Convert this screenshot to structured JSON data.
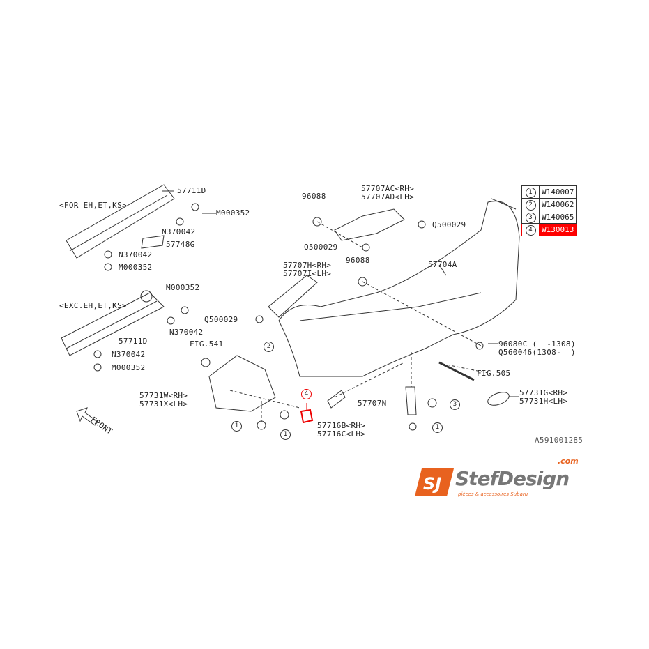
{
  "labels": {
    "for_variant": "<FOR EH,ET,KS>",
    "exc_variant": "<EXC.EH,ET,KS>",
    "p57711d_a": "57711D",
    "m000352_a": "M000352",
    "n370042_a": "N370042",
    "p57748g": "57748G",
    "n370042_b": "N370042",
    "m000352_b": "M000352",
    "m000352_c": "M000352",
    "n370042_c": "N370042",
    "p57711d_b": "57711D",
    "n370042_d": "N370042",
    "m000352_d": "M000352",
    "front": "FRONT",
    "fig541": "FIG.541",
    "p57731w": "57731W<RH>",
    "p57731x": "57731X<LH>",
    "p96088_a": "96088",
    "p57707ac": "57707AC<RH>",
    "p57707ad": "57707AD<LH>",
    "q500029_a": "Q500029",
    "q500029_b": "Q500029",
    "p57707h": "57707H<RH>",
    "p57707i": "57707I<LH>",
    "p96088_b": "96088",
    "p57704a": "57704A",
    "q500029_c": "Q500029",
    "p96080c": "96080C (  -1308)",
    "q560046": "Q560046(1308-  )",
    "fig505": "FIG.505",
    "p57731g": "57731G<RH>",
    "p57731h": "57731H<LH>",
    "p57707n": "57707N",
    "p57716b": "57716B<RH>",
    "p57716c": "57716C<LH>",
    "diagram_code": "A591001285"
  },
  "callouts": [
    "1",
    "1",
    "2",
    "3",
    "1",
    "4"
  ],
  "legend": [
    {
      "num": "1",
      "code": "W140007",
      "highlight": false
    },
    {
      "num": "2",
      "code": "W140062",
      "highlight": false
    },
    {
      "num": "3",
      "code": "W140065",
      "highlight": false
    },
    {
      "num": "4",
      "code": "W130013",
      "highlight": true
    }
  ],
  "logo": {
    "name": "StefDesign",
    "tld": ".com",
    "tagline": "pièces & accessoires Subaru",
    "colors": {
      "orange": "#e8621f",
      "gray": "#777777"
    }
  },
  "highlight_color": "#ff0000"
}
